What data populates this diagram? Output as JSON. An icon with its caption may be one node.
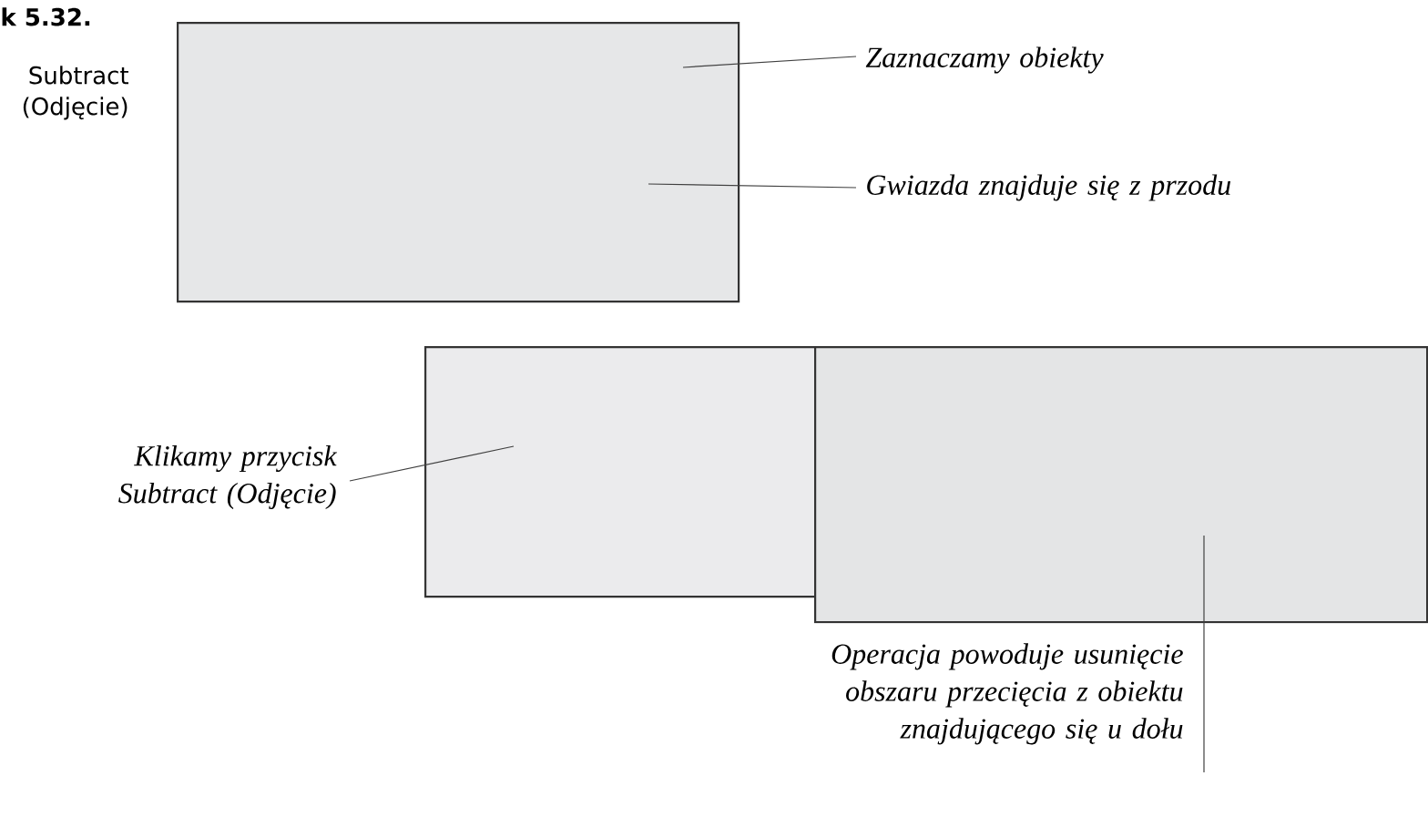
{
  "diagram": {
    "nodes": [
      {
        "text": [],
        "shape": "box"
      },
      {
        "text": [
          "Zaznaczamy obiekty"
        ]
      },
      {
        "text": [
          "Gwiazda znajduje się z przodu"
        ]
      },
      {
        "text": [],
        "shape": "box"
      },
      {
        "text": [],
        "shape": "box"
      },
      {
        "text": [
          "Klikamy przycisk Subtract (Odjęcie)"
        ]
      },
      {
        "text": [
          "Operacja powoduje usunięcie obszaru przecięcia z obiektu znajdującego się u dołu"
        ]
      }
    ],
    "edges": [
      {
        "from": 1,
        "to": 0,
        "arrow": "none"
      },
      {
        "from": 2,
        "to": 0,
        "arrow": "none"
      },
      {
        "from": 5,
        "to": 3,
        "arrow": "none"
      },
      {
        "from": 6,
        "to": 4,
        "arrow": "none"
      }
    ],
    "labels": [
      "k 5.32.",
      "Subtract (Odjęcie)"
    ]
  }
}
